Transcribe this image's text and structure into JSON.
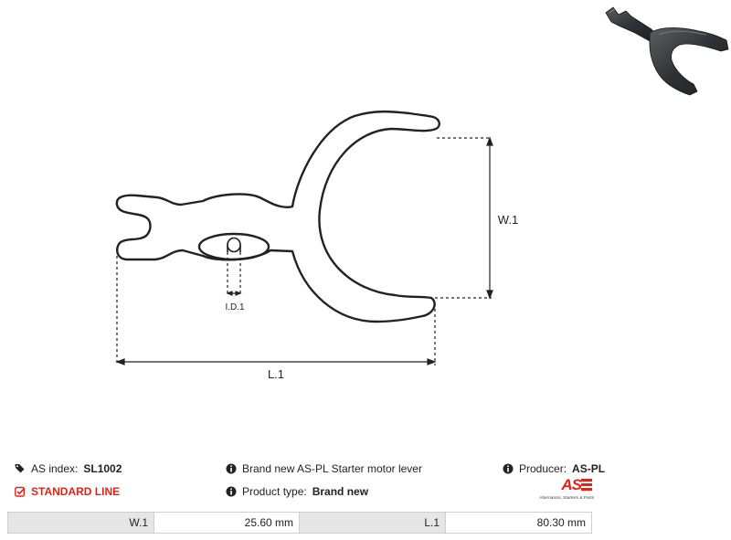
{
  "drawing": {
    "label_w": "W.1",
    "label_l": "L.1",
    "label_id": "I.D.1"
  },
  "info": {
    "as_index_label": "AS index:",
    "as_index_value": "SL1002",
    "standard_line": "STANDARD LINE",
    "description": "Brand new AS-PL Starter motor lever",
    "product_type_label": "Product type:",
    "product_type_value": "Brand new",
    "producer_label": "Producer:",
    "producer_value": "AS-PL"
  },
  "logo": {
    "text": "AS",
    "tagline": "Alternators, Starters & Parts"
  },
  "dimensions": [
    {
      "label": "W.1",
      "value": "25.60 mm"
    },
    {
      "label": "L.1",
      "value": "80.30 mm"
    }
  ],
  "colors": {
    "accent": "#e2231a",
    "label_bg": "#e6e6e6",
    "line": "#222222"
  }
}
